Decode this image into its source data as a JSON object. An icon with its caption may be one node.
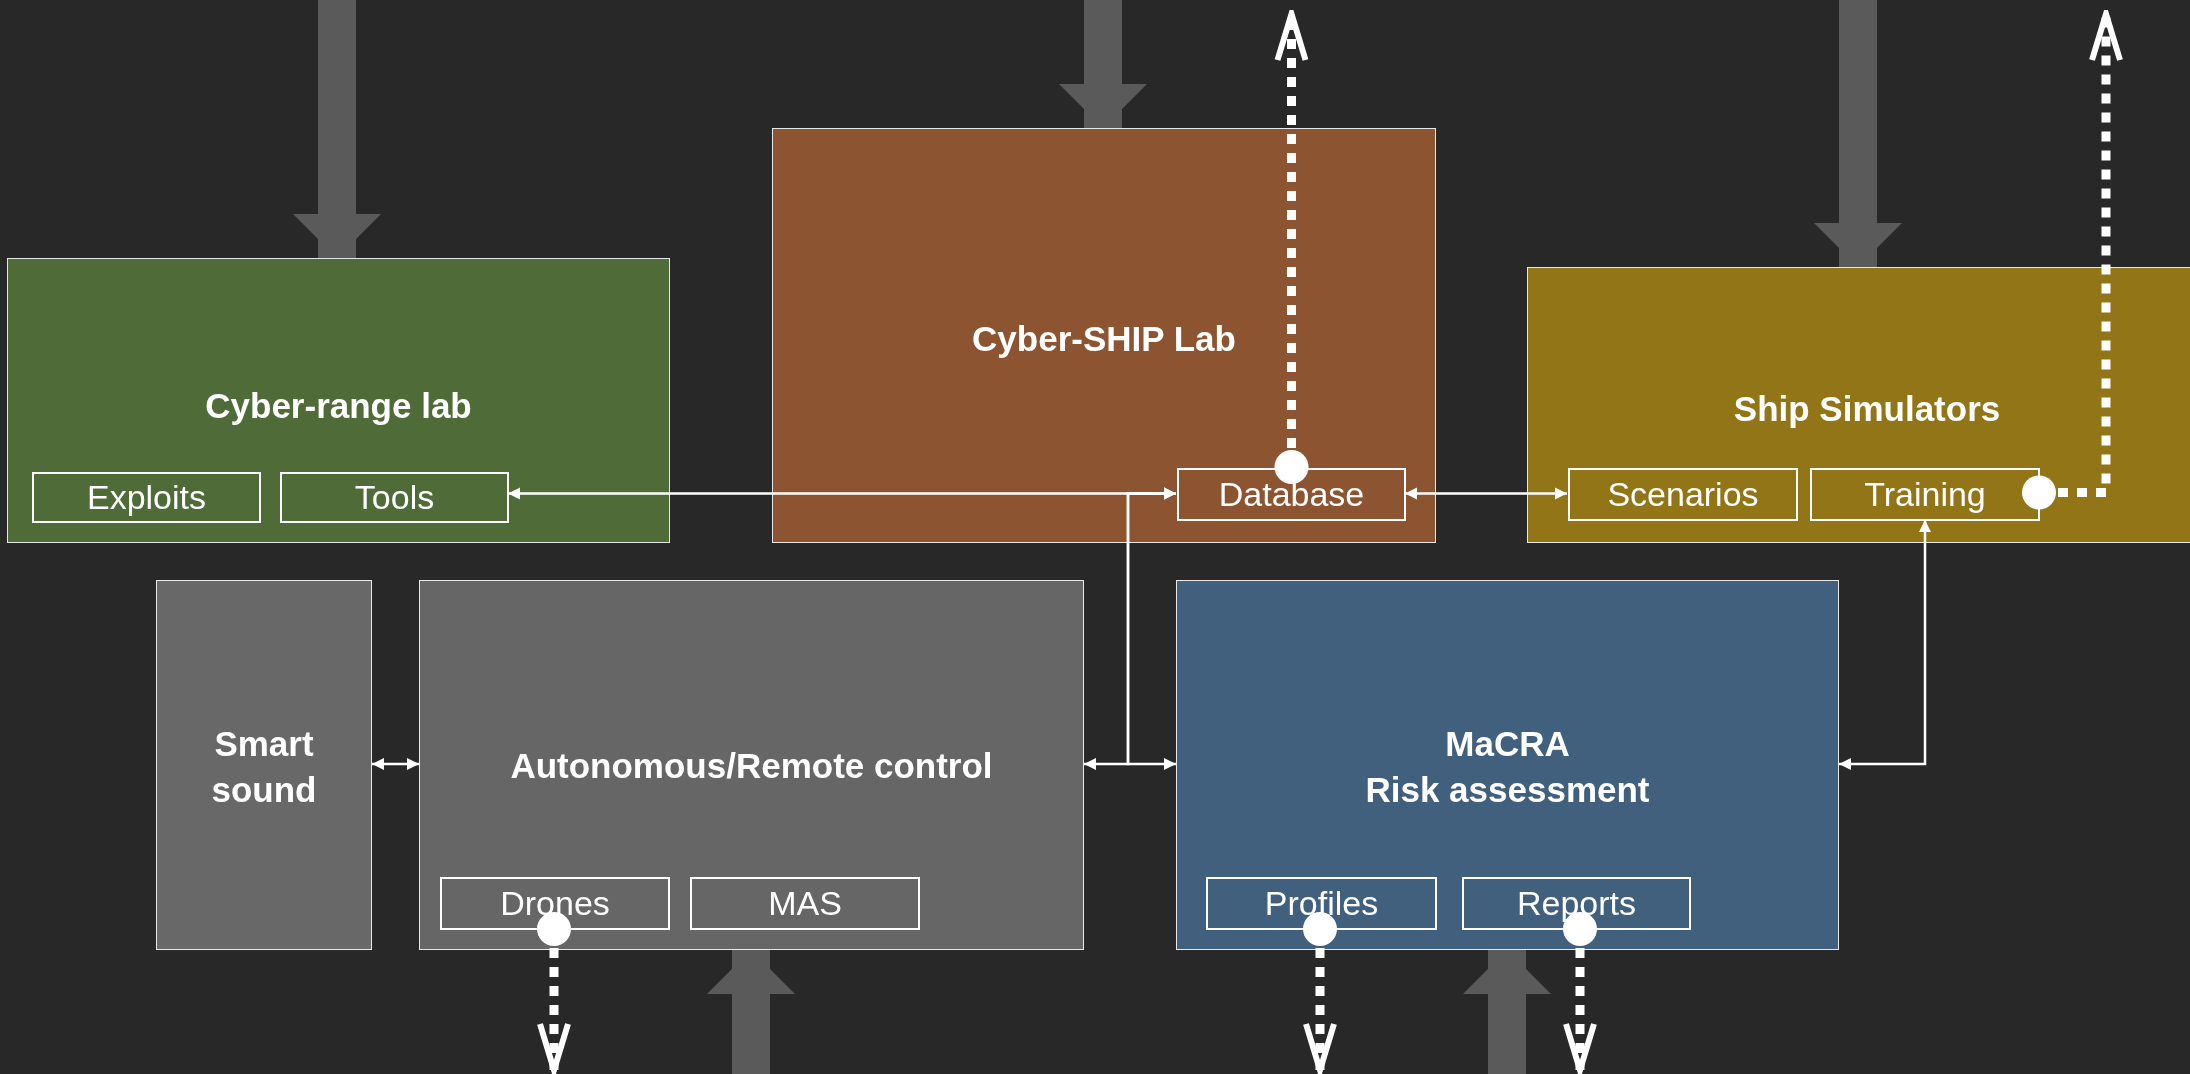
{
  "diagram": {
    "nodes": [
      {
        "text": [
          "Cyber-range lab"
        ]
      },
      {
        "text": [
          "Exploits"
        ],
        "in": 0
      },
      {
        "text": [
          "Tools"
        ],
        "in": 0
      },
      {
        "text": [
          "Cyber-SHIP Lab"
        ]
      },
      {
        "text": [
          "Database"
        ],
        "in": 3
      },
      {
        "text": [
          "Ship Simulators"
        ]
      },
      {
        "text": [
          "Scenarios"
        ],
        "in": 5
      },
      {
        "text": [
          "Training"
        ],
        "in": 5
      },
      {
        "text": [
          "Smart sound"
        ]
      },
      {
        "text": [
          "Autonomous/Remote control"
        ]
      },
      {
        "text": [
          "Drones"
        ],
        "in": 9
      },
      {
        "text": [
          "MAS"
        ],
        "in": 9
      },
      {
        "text": [
          "MaCRA",
          "Risk assessment"
        ]
      },
      {
        "text": [
          "Profiles"
        ],
        "in": 12
      },
      {
        "text": [
          "Reports"
        ],
        "in": 12
      }
    ],
    "edges": [
      {
        "from": null,
        "to": 0,
        "arrow": "to",
        "style": "thick",
        "color": "#5a5a5a"
      },
      {
        "from": null,
        "to": 3,
        "arrow": "to",
        "style": "thick",
        "color": "#5a5a5a"
      },
      {
        "from": null,
        "to": 5,
        "arrow": "to",
        "style": "thick",
        "color": "#5a5a5a"
      },
      {
        "from": 4,
        "to": null,
        "arrow": "to",
        "style": "dashed"
      },
      {
        "from": 7,
        "to": null,
        "arrow": "to",
        "style": "dashed"
      },
      {
        "from": 2,
        "to": 4,
        "arrow": "both"
      },
      {
        "from": 9,
        "to": 4,
        "arrow": "both"
      },
      {
        "from": 12,
        "to": 4,
        "arrow": "both"
      },
      {
        "from": 4,
        "to": 6,
        "arrow": "both"
      },
      {
        "from": 7,
        "to": 12,
        "arrow": "both"
      },
      {
        "from": 8,
        "to": 9,
        "arrow": "both"
      },
      {
        "from": 10,
        "to": null,
        "arrow": "to",
        "style": "dashed"
      },
      {
        "from": null,
        "to": 9,
        "arrow": "to",
        "style": "thick",
        "color": "#5a5a5a"
      },
      {
        "from": 13,
        "to": null,
        "arrow": "to",
        "style": "dashed"
      },
      {
        "from": null,
        "to": 12,
        "arrow": "to",
        "style": "thick",
        "color": "#5a5a5a"
      },
      {
        "from": 14,
        "to": null,
        "arrow": "to",
        "style": "dashed"
      }
    ]
  }
}
